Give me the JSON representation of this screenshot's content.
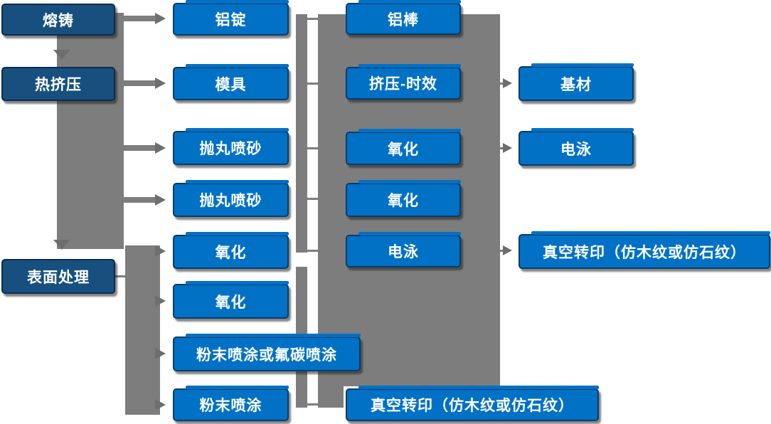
{
  "colors": {
    "accent_bright": "#0071c5",
    "accent_dark": "#17507f",
    "border_bright": "#0a3c68",
    "border_dark": "#0d2c4d",
    "connector_gray": "#7d7d7d",
    "arrow_gray": "#6e6e6e",
    "text_white": "#ffffff"
  },
  "process_column": {
    "melt_cast": "熔铸",
    "hot_extrusion": "热挤压",
    "surface_treatment": "表面处理"
  },
  "stage2_column": {
    "aluminum_ingot": "铝锭",
    "mold": "模具",
    "shot_blast_1": "抛丸喷砂",
    "shot_blast_2": "抛丸喷砂",
    "oxidation_1": "氧化",
    "oxidation_2": "氧化",
    "powder_or_fluorocarbon_coating": "粉末喷涂或氟碳喷涂",
    "powder_coating": "粉末喷涂"
  },
  "stage3_column": {
    "aluminum_rod": "铝棒",
    "extrusion_aging": "挤压-时效",
    "oxidation_3": "氧化",
    "oxidation_4": "氧化",
    "electrophoresis_1": "电泳",
    "vacuum_transfer_print_bottom": "真空转印（仿木纹或仿石纹）"
  },
  "output_column": {
    "base_material": "基材",
    "electrophoresis_2": "电泳",
    "vacuum_transfer_print_right": "真空转印（仿木纹或仿石纹）"
  }
}
